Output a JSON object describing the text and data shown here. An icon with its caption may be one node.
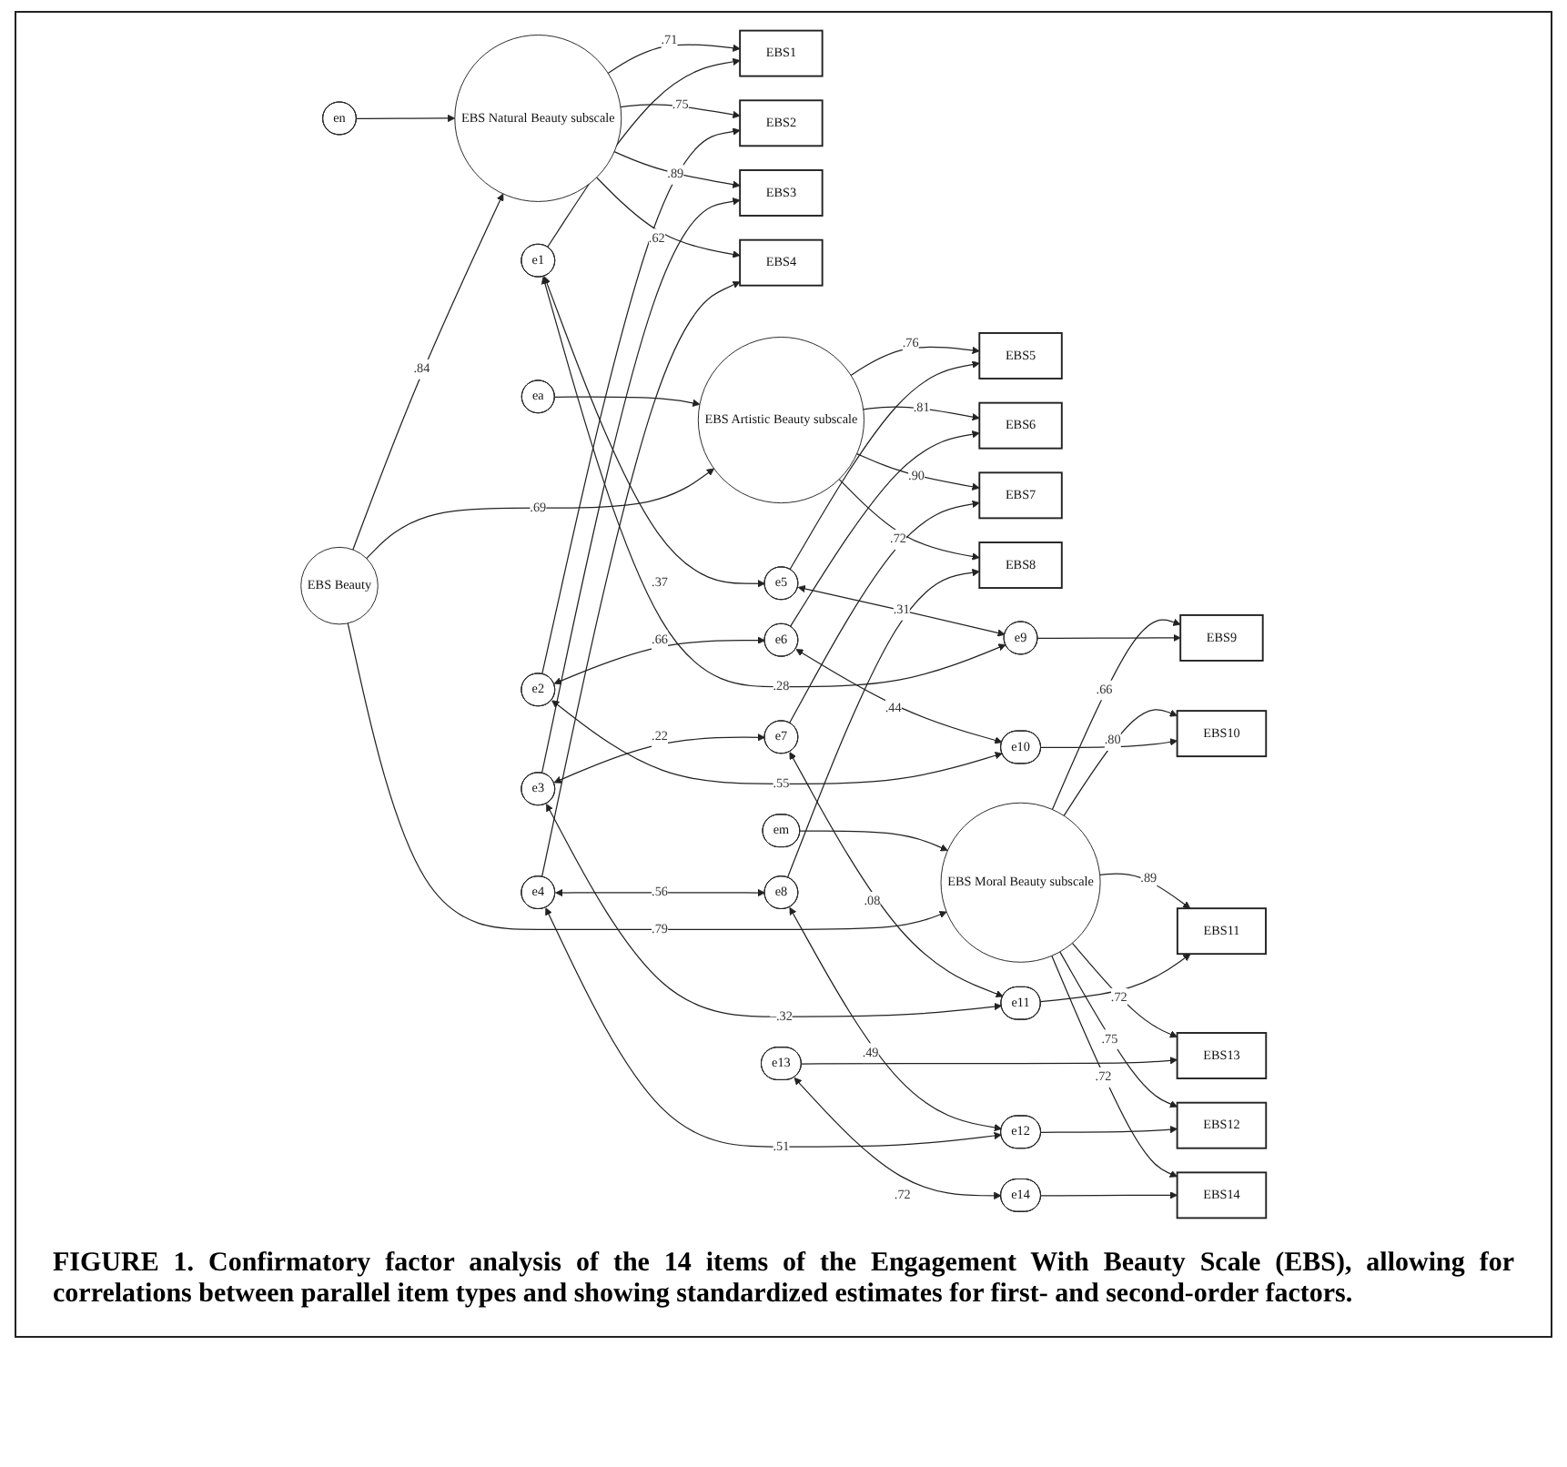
{
  "diagram": {
    "caption": "FIGURE 1. Confirmatory factor analysis of the 14 items of the Engagement With Beauty Scale (EBS), allowing for correlations between parallel item types and showing standardized estimates for first- and second-order factors.",
    "nodes": [
      {
        "text": [
          "e1"
        ]
      },
      {
        "text": [
          "e2"
        ]
      },
      {
        "text": [
          "e3"
        ]
      },
      {
        "text": [
          "e4"
        ]
      },
      {
        "text": [
          "e5"
        ]
      },
      {
        "text": [
          "e6"
        ]
      },
      {
        "text": [
          "e7"
        ]
      },
      {
        "text": [
          "e8"
        ]
      },
      {
        "text": [
          "e9"
        ]
      },
      {
        "text": [
          "e10"
        ]
      },
      {
        "text": [
          "e11"
        ]
      },
      {
        "text": [
          "e12"
        ]
      },
      {
        "text": [
          "e13"
        ]
      },
      {
        "text": [
          "e14"
        ]
      },
      {
        "text": [
          "EBS1"
        ]
      },
      {
        "text": [
          "EBS2"
        ]
      },
      {
        "text": [
          "EBS3"
        ]
      },
      {
        "text": [
          "EBS4"
        ]
      },
      {
        "text": [
          "EBS5"
        ]
      },
      {
        "text": [
          "EBS6"
        ]
      },
      {
        "text": [
          "EBS7"
        ]
      },
      {
        "text": [
          "EBS8"
        ]
      },
      {
        "text": [
          "EBS9"
        ]
      },
      {
        "text": [
          "EBS10"
        ]
      },
      {
        "text": [
          "EBS11"
        ]
      },
      {
        "text": [
          "EBS12"
        ]
      },
      {
        "text": [
          "EBS13"
        ]
      },
      {
        "text": [
          "EBS14"
        ]
      },
      {
        "text": [
          "EBS Natural Beauty subscale"
        ]
      },
      {
        "text": [
          "EBS Artistic Beauty subscale"
        ]
      },
      {
        "text": [
          "EBS Moral Beauty subscale"
        ]
      },
      {
        "text": [
          "EBS Beauty"
        ]
      },
      {
        "text": [
          "en"
        ]
      },
      {
        "text": [
          "ea"
        ]
      },
      {
        "text": [
          "em"
        ]
      }
    ],
    "edges": [
      {
        "from": 0,
        "to": 14,
        "arrow": "to"
      },
      {
        "from": 1,
        "to": 15,
        "arrow": "to"
      },
      {
        "from": 2,
        "to": 16,
        "arrow": "to"
      },
      {
        "from": 3,
        "to": 17,
        "arrow": "to"
      },
      {
        "from": 4,
        "to": 18,
        "arrow": "to"
      },
      {
        "from": 5,
        "to": 19,
        "arrow": "to"
      },
      {
        "from": 6,
        "to": 20,
        "arrow": "to"
      },
      {
        "from": 7,
        "to": 21,
        "arrow": "to"
      },
      {
        "from": 8,
        "to": 22,
        "arrow": "to"
      },
      {
        "from": 9,
        "to": 23,
        "arrow": "to"
      },
      {
        "from": 10,
        "to": 24,
        "arrow": "to"
      },
      {
        "from": 11,
        "to": 25,
        "arrow": "to"
      },
      {
        "from": 12,
        "to": 26,
        "arrow": "to"
      },
      {
        "from": 13,
        "to": 27,
        "arrow": "to"
      },
      {
        "from": 28,
        "to": 14,
        "arrow": "to",
        "label": ".71"
      },
      {
        "from": 28,
        "to": 15,
        "arrow": "to",
        "label": ".75"
      },
      {
        "from": 28,
        "to": 16,
        "arrow": "to",
        "label": ".89"
      },
      {
        "from": 28,
        "to": 17,
        "arrow": "to",
        "label": ".62"
      },
      {
        "from": 29,
        "to": 18,
        "arrow": "to",
        "label": ".76"
      },
      {
        "from": 29,
        "to": 19,
        "arrow": "to",
        "label": ".81"
      },
      {
        "from": 29,
        "to": 20,
        "arrow": "to",
        "label": ".90"
      },
      {
        "from": 29,
        "to": 21,
        "arrow": "to",
        "label": ".72"
      },
      {
        "from": 30,
        "to": 22,
        "arrow": "to",
        "label": ".66"
      },
      {
        "from": 30,
        "to": 23,
        "arrow": "to",
        "label": ".80"
      },
      {
        "from": 30,
        "to": 24,
        "arrow": "to",
        "label": ".89"
      },
      {
        "from": 30,
        "to": 25,
        "arrow": "to",
        "label": ".75"
      },
      {
        "from": 30,
        "to": 26,
        "arrow": "to",
        "label": ".72"
      },
      {
        "from": 30,
        "to": 27,
        "arrow": "to",
        "label": ".72"
      },
      {
        "from": 31,
        "to": 28,
        "arrow": "to",
        "label": ".84"
      },
      {
        "from": 31,
        "to": 29,
        "arrow": "to",
        "label": ".69"
      },
      {
        "from": 31,
        "to": 30,
        "arrow": "to",
        "label": ".79"
      },
      {
        "from": 32,
        "to": 28,
        "arrow": "to"
      },
      {
        "from": 33,
        "to": 29,
        "arrow": "to"
      },
      {
        "from": 34,
        "to": 30,
        "arrow": "to"
      },
      {
        "from": 0,
        "to": 4,
        "arrow": "both",
        "label": ".37"
      },
      {
        "from": 1,
        "to": 5,
        "arrow": "both",
        "label": ".66"
      },
      {
        "from": 2,
        "to": 6,
        "arrow": "both",
        "label": ".22"
      },
      {
        "from": 3,
        "to": 7,
        "arrow": "both",
        "label": ".56"
      },
      {
        "from": 0,
        "to": 8,
        "arrow": "both",
        "label": ".28"
      },
      {
        "from": 1,
        "to": 9,
        "arrow": "both",
        "label": ".55"
      },
      {
        "from": 2,
        "to": 10,
        "arrow": "both",
        "label": "–.32"
      },
      {
        "from": 3,
        "to": 11,
        "arrow": "both",
        "label": ".51"
      },
      {
        "from": 4,
        "to": 8,
        "arrow": "both",
        "label": ".31"
      },
      {
        "from": 5,
        "to": 9,
        "arrow": "both",
        "label": ".44"
      },
      {
        "from": 6,
        "to": 10,
        "arrow": "both",
        "label": ".08"
      },
      {
        "from": 7,
        "to": 11,
        "arrow": "both",
        "label": ".49"
      },
      {
        "from": 12,
        "to": 13,
        "arrow": "both",
        "label": ".72"
      }
    ]
  }
}
